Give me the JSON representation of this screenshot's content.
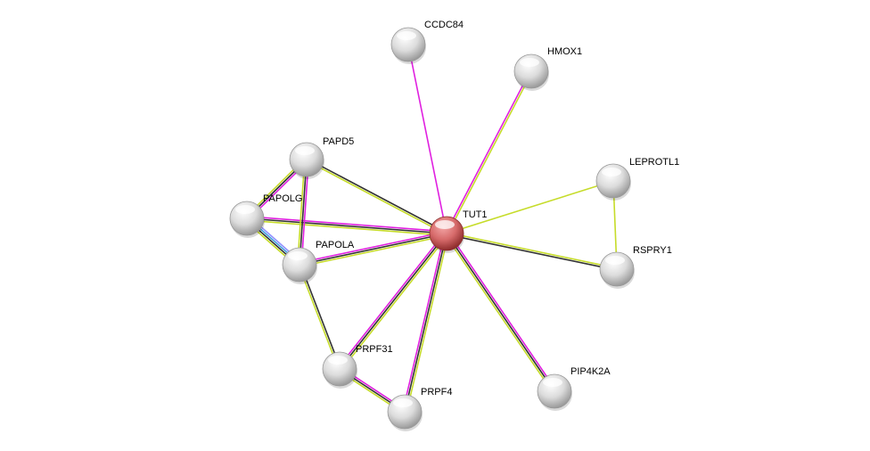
{
  "network": {
    "center": "TUT1",
    "nodes": [
      {
        "id": "TUT1",
        "color": "#c85a5a"
      },
      {
        "id": "CCDC84",
        "color": "#d8d8d8"
      },
      {
        "id": "HMOX1",
        "color": "#d8d8d8"
      },
      {
        "id": "PAPD5",
        "color": "#d8d8d8"
      },
      {
        "id": "LEPROTL1",
        "color": "#d8d8d8"
      },
      {
        "id": "PAPOLG",
        "color": "#d8d8d8"
      },
      {
        "id": "RSPRY1",
        "color": "#d8d8d8"
      },
      {
        "id": "PAPOLA",
        "color": "#d8d8d8"
      },
      {
        "id": "PRPF31",
        "color": "#d8d8d8"
      },
      {
        "id": "PIP4K2A",
        "color": "#d8d8d8"
      },
      {
        "id": "PRPF4",
        "color": "#d8d8d8"
      }
    ],
    "evidence_colors": {
      "textmining": "#c6dc2a",
      "coexpression": "#333333",
      "experiments": "#e020e0",
      "databases": "#40a0e0",
      "homology": "#9090ff"
    },
    "edges": [
      {
        "a": "TUT1",
        "b": "CCDC84",
        "evidence": [
          "experiments"
        ]
      },
      {
        "a": "TUT1",
        "b": "HMOX1",
        "evidence": [
          "experiments",
          "textmining"
        ]
      },
      {
        "a": "TUT1",
        "b": "LEPROTL1",
        "evidence": [
          "textmining"
        ]
      },
      {
        "a": "TUT1",
        "b": "RSPRY1",
        "evidence": [
          "textmining",
          "coexpression"
        ]
      },
      {
        "a": "TUT1",
        "b": "PIP4K2A",
        "evidence": [
          "experiments",
          "coexpression",
          "textmining"
        ]
      },
      {
        "a": "TUT1",
        "b": "PRPF4",
        "evidence": [
          "textmining",
          "coexpression",
          "experiments"
        ]
      },
      {
        "a": "TUT1",
        "b": "PRPF31",
        "evidence": [
          "textmining",
          "coexpression",
          "experiments"
        ]
      },
      {
        "a": "TUT1",
        "b": "PAPOLA",
        "evidence": [
          "textmining",
          "coexpression",
          "experiments"
        ]
      },
      {
        "a": "TUT1",
        "b": "PAPOLG",
        "evidence": [
          "textmining",
          "coexpression",
          "experiments"
        ]
      },
      {
        "a": "TUT1",
        "b": "PAPD5",
        "evidence": [
          "textmining",
          "coexpression"
        ]
      },
      {
        "a": "PAPD5",
        "b": "PAPOLG",
        "evidence": [
          "experiments",
          "coexpression",
          "textmining"
        ]
      },
      {
        "a": "PAPD5",
        "b": "PAPOLA",
        "evidence": [
          "experiments",
          "coexpression",
          "textmining"
        ]
      },
      {
        "a": "PAPOLG",
        "b": "PAPOLA",
        "evidence": [
          "homology",
          "databases",
          "coexpression",
          "textmining"
        ]
      },
      {
        "a": "PAPOLA",
        "b": "PRPF31",
        "evidence": [
          "coexpression",
          "textmining"
        ]
      },
      {
        "a": "PRPF31",
        "b": "PRPF4",
        "evidence": [
          "experiments",
          "coexpression",
          "textmining"
        ]
      },
      {
        "a": "LEPROTL1",
        "b": "RSPRY1",
        "evidence": [
          "textmining"
        ]
      }
    ]
  }
}
